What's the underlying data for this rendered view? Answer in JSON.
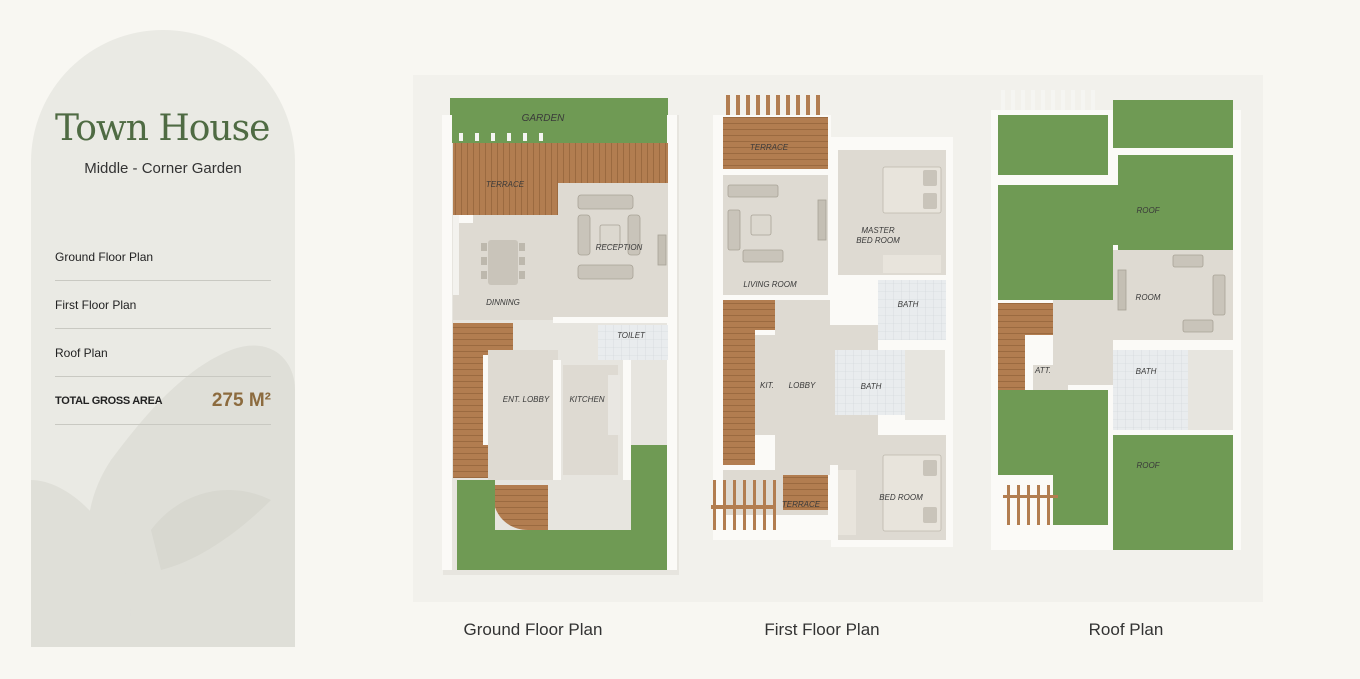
{
  "header": {
    "title": "Town House",
    "subtitle": "Middle - Corner Garden"
  },
  "menu": {
    "items": [
      {
        "label": "Ground Floor Plan"
      },
      {
        "label": "First Floor Plan"
      },
      {
        "label": "Roof Plan"
      }
    ]
  },
  "area": {
    "label": "TOTAL GROSS AREA",
    "value": "275 M²"
  },
  "plans": {
    "ground": {
      "caption": "Ground Floor Plan",
      "rooms": {
        "garden": "GARDEN",
        "terrace": "TERRACE",
        "reception": "RECEPTION",
        "dinning": "DINNING",
        "toilet": "TOILET",
        "lobby": "ENT. LOBBY",
        "kitchen": "KITCHEN"
      }
    },
    "first": {
      "caption": "First Floor Plan",
      "rooms": {
        "terrace_top": "TERRACE",
        "master": "MASTER",
        "master2": "BED ROOM",
        "living": "LIVING ROOM",
        "bath1": "BATH",
        "kit": "KIT.",
        "lobby": "LOBBY",
        "bath2": "BATH",
        "bedroom": "BED ROOM",
        "terrace_bottom": "TERRACE"
      }
    },
    "roof": {
      "caption": "Roof Plan",
      "rooms": {
        "roof_top": "ROOF",
        "room": "ROOM",
        "att": "ATT.",
        "bath": "BATH",
        "roof_bottom": "ROOF"
      }
    }
  },
  "colors": {
    "green": "#6f9a54",
    "wood": "#b07c4f",
    "floor": "#dedad2",
    "wall": "#fbfaf7",
    "title": "#4f6b43",
    "accent": "#8c6b3e"
  }
}
